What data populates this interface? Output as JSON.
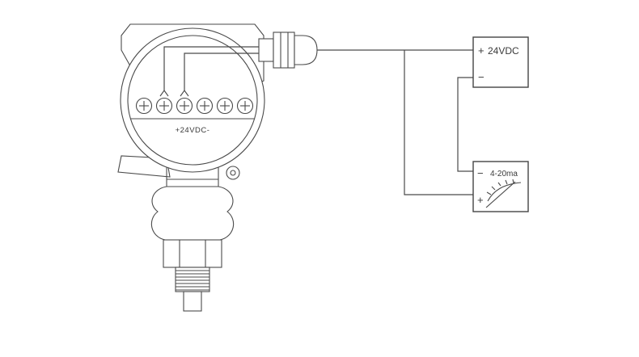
{
  "diagram": {
    "background": "#ffffff",
    "line_color": "#4a4a4a",
    "transmitter": {
      "face_label": "+24VDC-",
      "terminal_count": 6
    },
    "power_supply": {
      "plus_label": "+",
      "name_label": "24VDC",
      "minus_label": "−"
    },
    "meter": {
      "minus_label": "−",
      "range_label": "4-20ma",
      "plus_label": "+"
    }
  }
}
